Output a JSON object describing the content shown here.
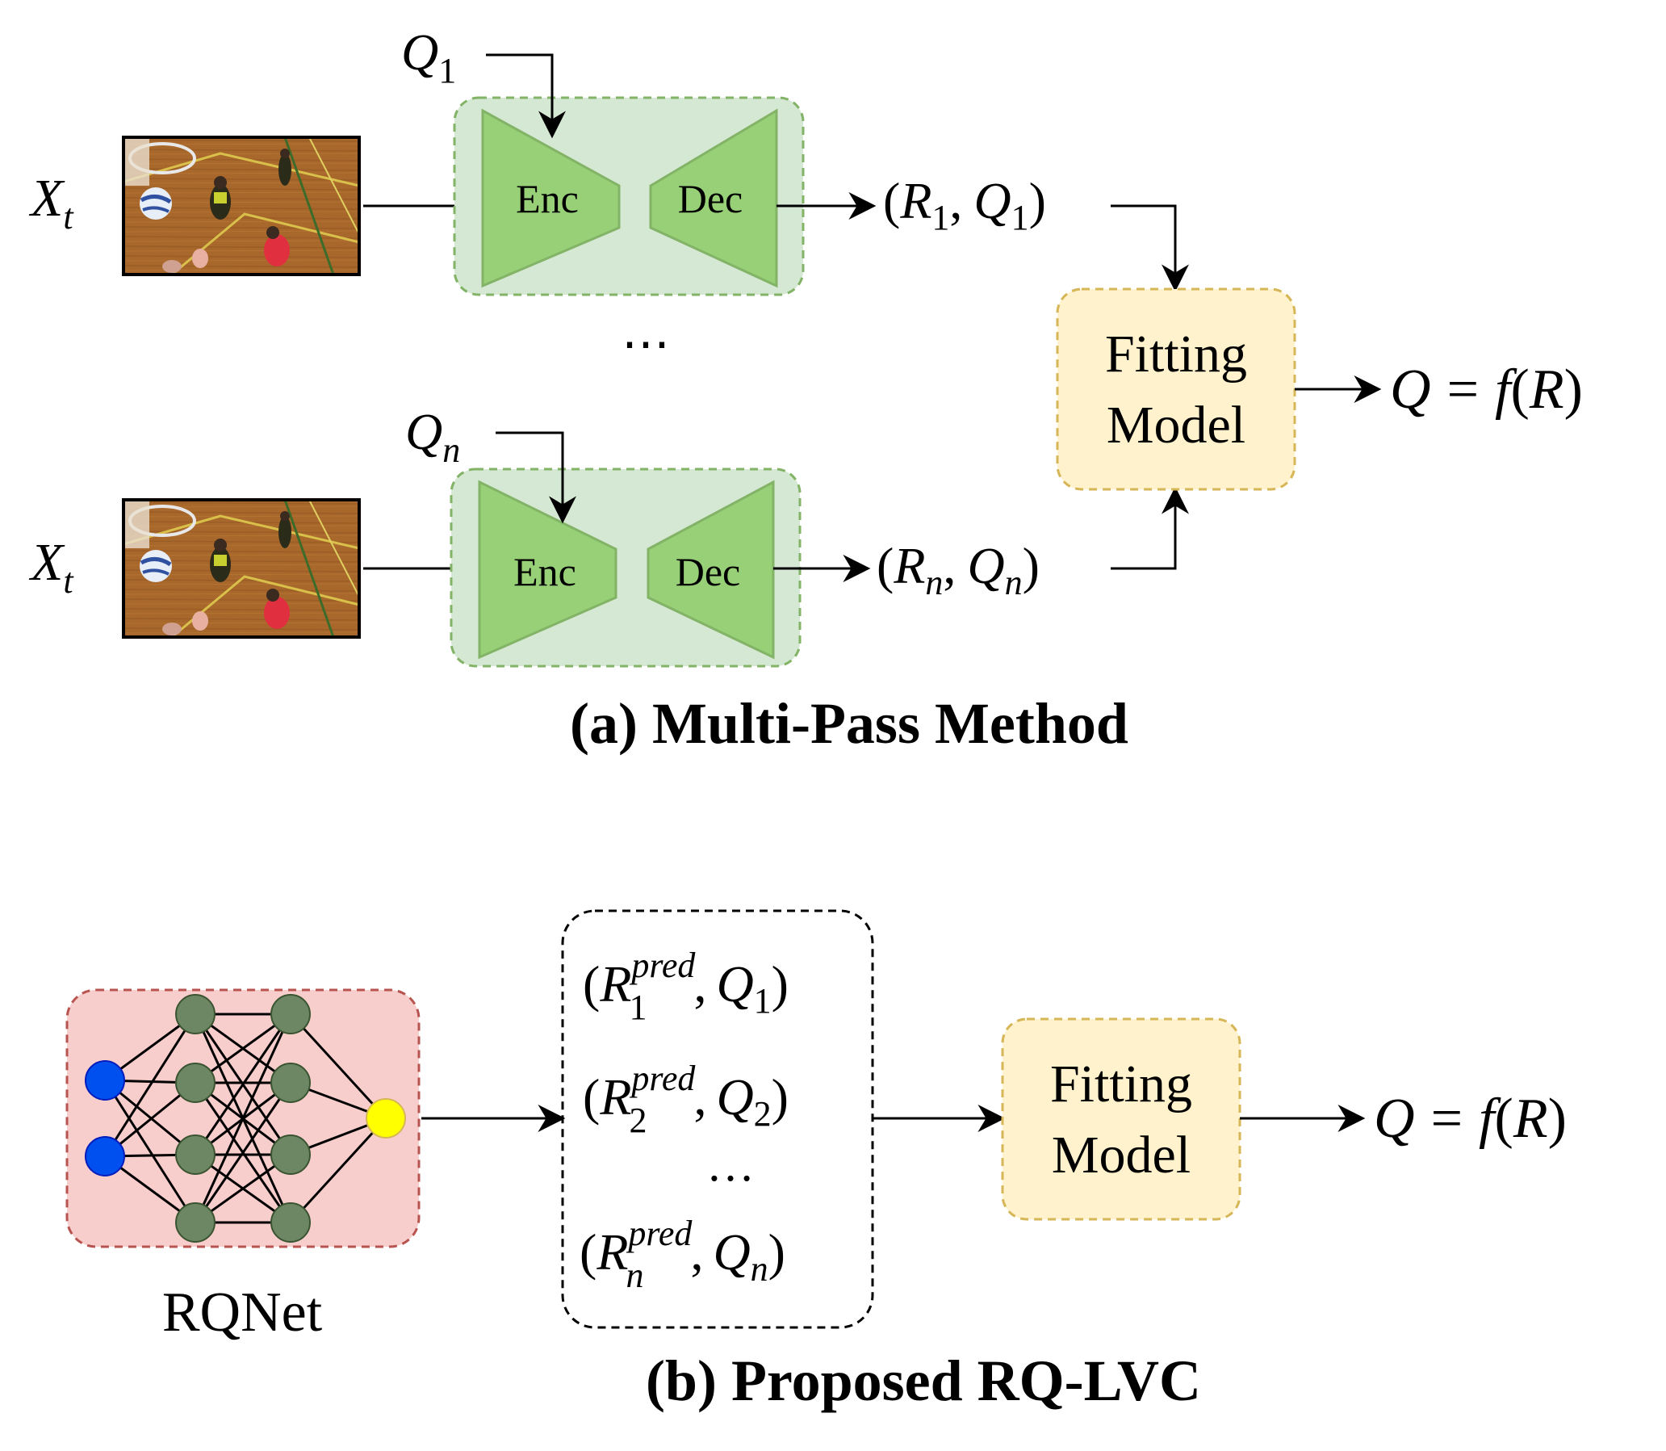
{
  "colors": {
    "codec_fill": "#d5e8d4",
    "codec_stroke": "#82b366",
    "trapezoid_fill": "#97d077",
    "fitting_fill": "#fff2cc",
    "fitting_stroke": "#d6b656",
    "rqnet_fill": "#f8cecc",
    "rqnet_stroke": "#b85450",
    "input_node": "#0050ef",
    "hidden_node": "#6d8764",
    "output_node": "#ffff00"
  },
  "top": {
    "row1": {
      "input_main": "X",
      "input_sub": "t",
      "q_main": "Q",
      "q_sub": "1",
      "enc_label": "Enc",
      "dec_label": "Dec",
      "out_open": "(",
      "out_r": "R",
      "out_r_sub": "1",
      "out_comma": ",",
      "out_q": "Q",
      "out_q_sub": "1",
      "out_close": ")"
    },
    "ellipsis": "⋯",
    "row2": {
      "input_main": "X",
      "input_sub": "t",
      "q_main": "Q",
      "q_sub": "n",
      "enc_label": "Enc",
      "dec_label": "Dec",
      "out_open": "(",
      "out_r": "R",
      "out_r_sub": "n",
      "out_comma": ",",
      "out_q": "Q",
      "out_q_sub": "n",
      "out_close": ")"
    },
    "fitting_line1": "Fitting",
    "fitting_line2": "Model",
    "result": {
      "q": "Q",
      "eq": "=",
      "f": "f",
      "open": "(",
      "r": "R",
      "close": ")"
    },
    "caption": "(a) Multi-Pass Method"
  },
  "bottom": {
    "rqnet_label": "RQNet",
    "pairs": [
      {
        "open": "(",
        "r": "R",
        "sub": "1",
        "sup": "pred",
        "comma": ",",
        "q": "Q",
        "q_sub": "1",
        "close": ")"
      },
      {
        "open": "(",
        "r": "R",
        "sub": "2",
        "sup": "pred",
        "comma": ",",
        "q": "Q",
        "q_sub": "2",
        "close": ")"
      },
      {
        "open": "(",
        "r": "R",
        "sub": "n",
        "sup": "pred",
        "comma": ",",
        "q": "Q",
        "q_sub": "n",
        "close": ")"
      }
    ],
    "ellipsis": "…",
    "fitting_line1": "Fitting",
    "fitting_line2": "Model",
    "result": {
      "q": "Q",
      "eq": "=",
      "f": "f",
      "open": "(",
      "r": "R",
      "close": ")"
    },
    "caption": "(b) Proposed RQ-LVC"
  }
}
